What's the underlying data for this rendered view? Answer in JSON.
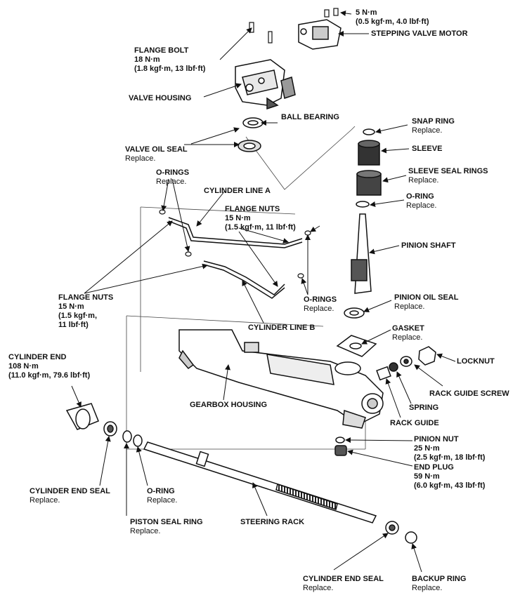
{
  "labels": {
    "motor_bolt_torque": {
      "title": "5 N·m",
      "lines": [
        "(0.5 kgf·m, 4.0 lbf·ft)"
      ]
    },
    "stepping_valve_motor": {
      "title": "STEPPING VALVE MOTOR",
      "lines": []
    },
    "flange_bolt": {
      "title": "FLANGE BOLT",
      "lines": [
        "18 N·m",
        "(1.8 kgf·m, 13 lbf·ft)"
      ]
    },
    "valve_housing": {
      "title": "VALVE HOUSING",
      "lines": []
    },
    "ball_bearing": {
      "title": "BALL BEARING",
      "lines": []
    },
    "valve_oil_seal": {
      "title": "VALVE OIL SEAL",
      "note": "Replace."
    },
    "o_rings_upper": {
      "title": "O-RINGS",
      "note": "Replace."
    },
    "cylinder_line_a": {
      "title": "CYLINDER LINE A",
      "lines": []
    },
    "flange_nuts_upper": {
      "title": "FLANGE NUTS",
      "lines": [
        "15 N·m",
        "(1.5 kgf·m, 11 lbf·ft)"
      ]
    },
    "flange_nuts_left": {
      "title": "FLANGE NUTS",
      "lines": [
        "15 N·m",
        "(1.5 kgf·m,",
        "11 lbf·ft)"
      ]
    },
    "o_rings_lower": {
      "title": "O-RINGS",
      "note": "Replace."
    },
    "cylinder_line_b": {
      "title": "CYLINDER LINE B",
      "lines": []
    },
    "snap_ring": {
      "title": "SNAP RING",
      "note": "Replace."
    },
    "sleeve": {
      "title": "SLEEVE",
      "lines": []
    },
    "sleeve_seal_rings": {
      "title": "SLEEVE SEAL RINGS",
      "note": "Replace."
    },
    "o_ring_upper": {
      "title": "O-RING",
      "note": "Replace."
    },
    "pinion_shaft": {
      "title": "PINION SHAFT",
      "lines": []
    },
    "pinion_oil_seal": {
      "title": "PINION OIL SEAL",
      "note": "Replace."
    },
    "gasket": {
      "title": "GASKET",
      "note": "Replace."
    },
    "locknut": {
      "title": "LOCKNUT",
      "lines": []
    },
    "rack_guide_screw": {
      "title": "RACK GUIDE SCREW",
      "lines": []
    },
    "spring": {
      "title": "SPRING",
      "lines": []
    },
    "rack_guide": {
      "title": "RACK GUIDE",
      "lines": []
    },
    "cylinder_end": {
      "title": "CYLINDER END",
      "lines": [
        "108 N·m",
        "(11.0 kgf·m, 79.6 lbf·ft)"
      ]
    },
    "gearbox_housing": {
      "title": "GEARBOX HOUSING",
      "lines": []
    },
    "pinion_nut": {
      "title": "PINION NUT",
      "lines": [
        "25 N·m",
        "(2.5 kgf·m, 18 lbf·ft)"
      ]
    },
    "end_plug": {
      "title": "END PLUG",
      "lines": [
        "59 N·m",
        "(6.0 kgf·m, 43 lbf·ft)"
      ]
    },
    "cylinder_end_seal_left": {
      "title": "CYLINDER END SEAL",
      "note": "Replace."
    },
    "o_ring_lower": {
      "title": "O-RING",
      "note": "Replace."
    },
    "piston_seal_ring": {
      "title": "PISTON SEAL RING",
      "note": "Replace."
    },
    "steering_rack": {
      "title": "STEERING RACK",
      "lines": []
    },
    "cylinder_end_seal_right": {
      "title": "CYLINDER END SEAL",
      "note": "Replace."
    },
    "backup_ring": {
      "title": "BACKUP RING",
      "note": "Replace."
    }
  }
}
